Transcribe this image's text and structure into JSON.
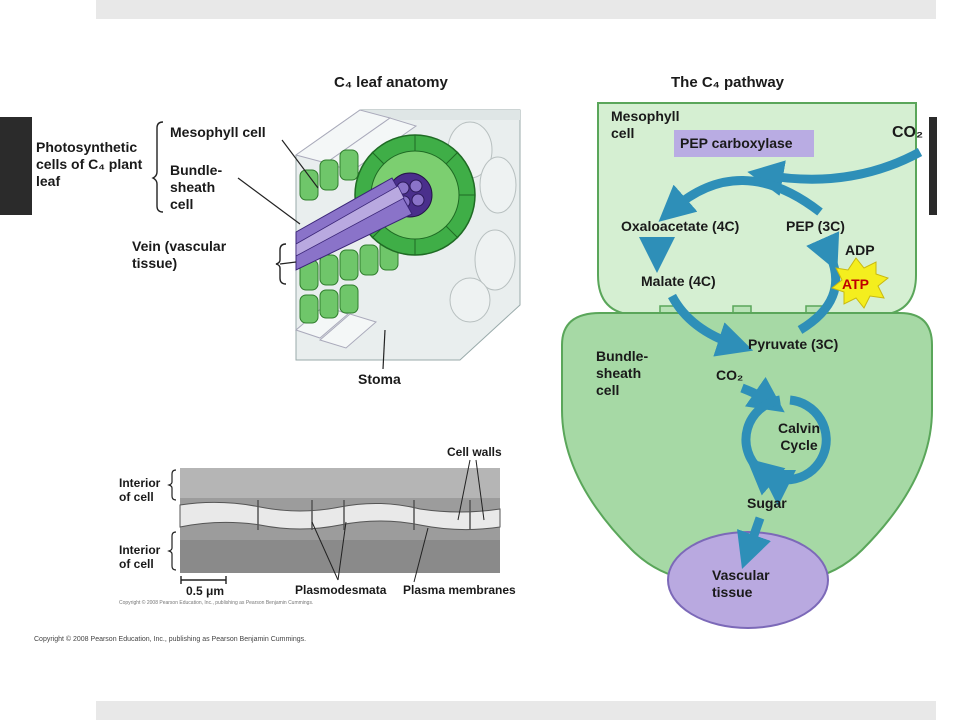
{
  "left_panel": {
    "title": "C₄ leaf anatomy",
    "labels": {
      "photosynthetic": "Photosynthetic cells of C₄ plant leaf",
      "mesophyll": "Mesophyll cell",
      "bundle_sheath": "Bundle-sheath cell",
      "vein": "Vein (vascular tissue)",
      "stoma": "Stoma"
    },
    "micrograph": {
      "cell_walls": "Cell walls",
      "interior_top": "Interior of cell",
      "interior_bottom": "Interior of cell",
      "scale": "0.5 μm",
      "plasmodesmata": "Plasmodesmata",
      "plasma_membranes": "Plasma membranes",
      "credit": "Copyright © 2008 Pearson Education, Inc., publishing as Pearson Benjamin Cummings."
    }
  },
  "right_panel": {
    "title": "The C₄ pathway",
    "mesophyll_label": "Mesophyll cell",
    "enzyme": "PEP carboxylase",
    "co2_in": "CO₂",
    "oxaloacetate": "Oxaloacetate (4C)",
    "pep": "PEP (3C)",
    "adp": "ADP",
    "atp": "ATP",
    "malate": "Malate (4C)",
    "pyruvate": "Pyruvate (3C)",
    "bundle_label": "Bundle-sheath cell",
    "co2_bundle": "CO₂",
    "calvin": "Calvin Cycle",
    "sugar": "Sugar",
    "vascular": "Vascular tissue"
  },
  "footer_copyright": "Copyright © 2008 Pearson Education, Inc., publishing as Pearson Benjamin Cummings.",
  "colors": {
    "mesophyll_fill": "#d5efd2",
    "bundle_fill": "#a6d9a5",
    "vascular_fill": "#b9a9e0",
    "arrow_blue": "#2e8fb8",
    "atp_yellow": "#f4ee1e",
    "enzyme_box": "#b9ace3"
  }
}
